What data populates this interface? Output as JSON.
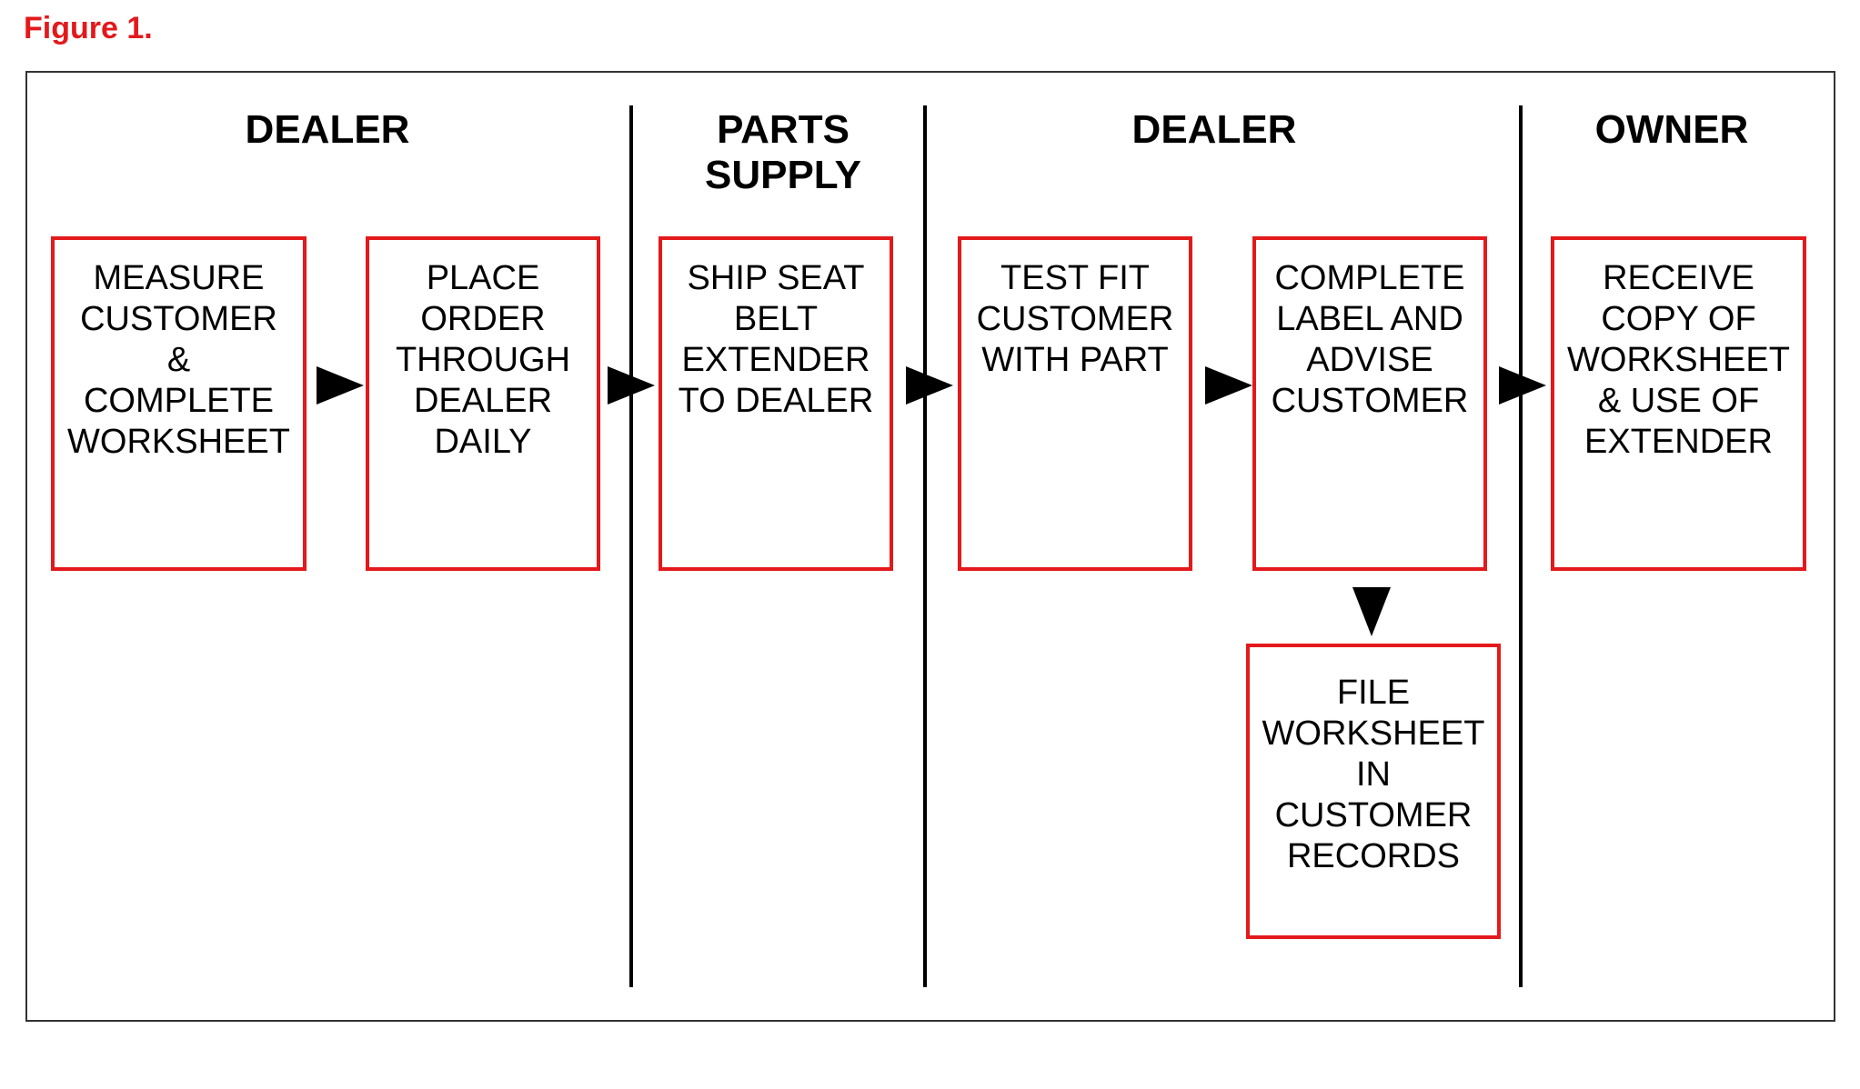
{
  "figure_label": "Figure 1.",
  "lanes": [
    {
      "label": "DEALER"
    },
    {
      "label": "PARTS\nSUPPLY"
    },
    {
      "label": "DEALER"
    },
    {
      "label": "OWNER"
    }
  ],
  "steps": [
    {
      "text": "MEASURE\nCUSTOMER\n&\nCOMPLETE\nWORKSHEET"
    },
    {
      "text": "PLACE\nORDER\nTHROUGH\nDEALER\nDAILY"
    },
    {
      "text": "SHIP SEAT\nBELT\nEXTENDER\nTO DEALER"
    },
    {
      "text": "TEST FIT\nCUSTOMER\nWITH PART"
    },
    {
      "text": "COMPLETE\nLABEL AND\nADVISE\nCUSTOMER"
    },
    {
      "text": "RECEIVE\nCOPY OF\nWORKSHEET\n& USE OF\nEXTENDER"
    },
    {
      "text": "FILE\nWORKSHEET\nIN\nCUSTOMER\nRECORDS"
    }
  ],
  "colors": {
    "box_border": "#e3191b",
    "figure_label": "#e3191b",
    "text": "#000000"
  }
}
